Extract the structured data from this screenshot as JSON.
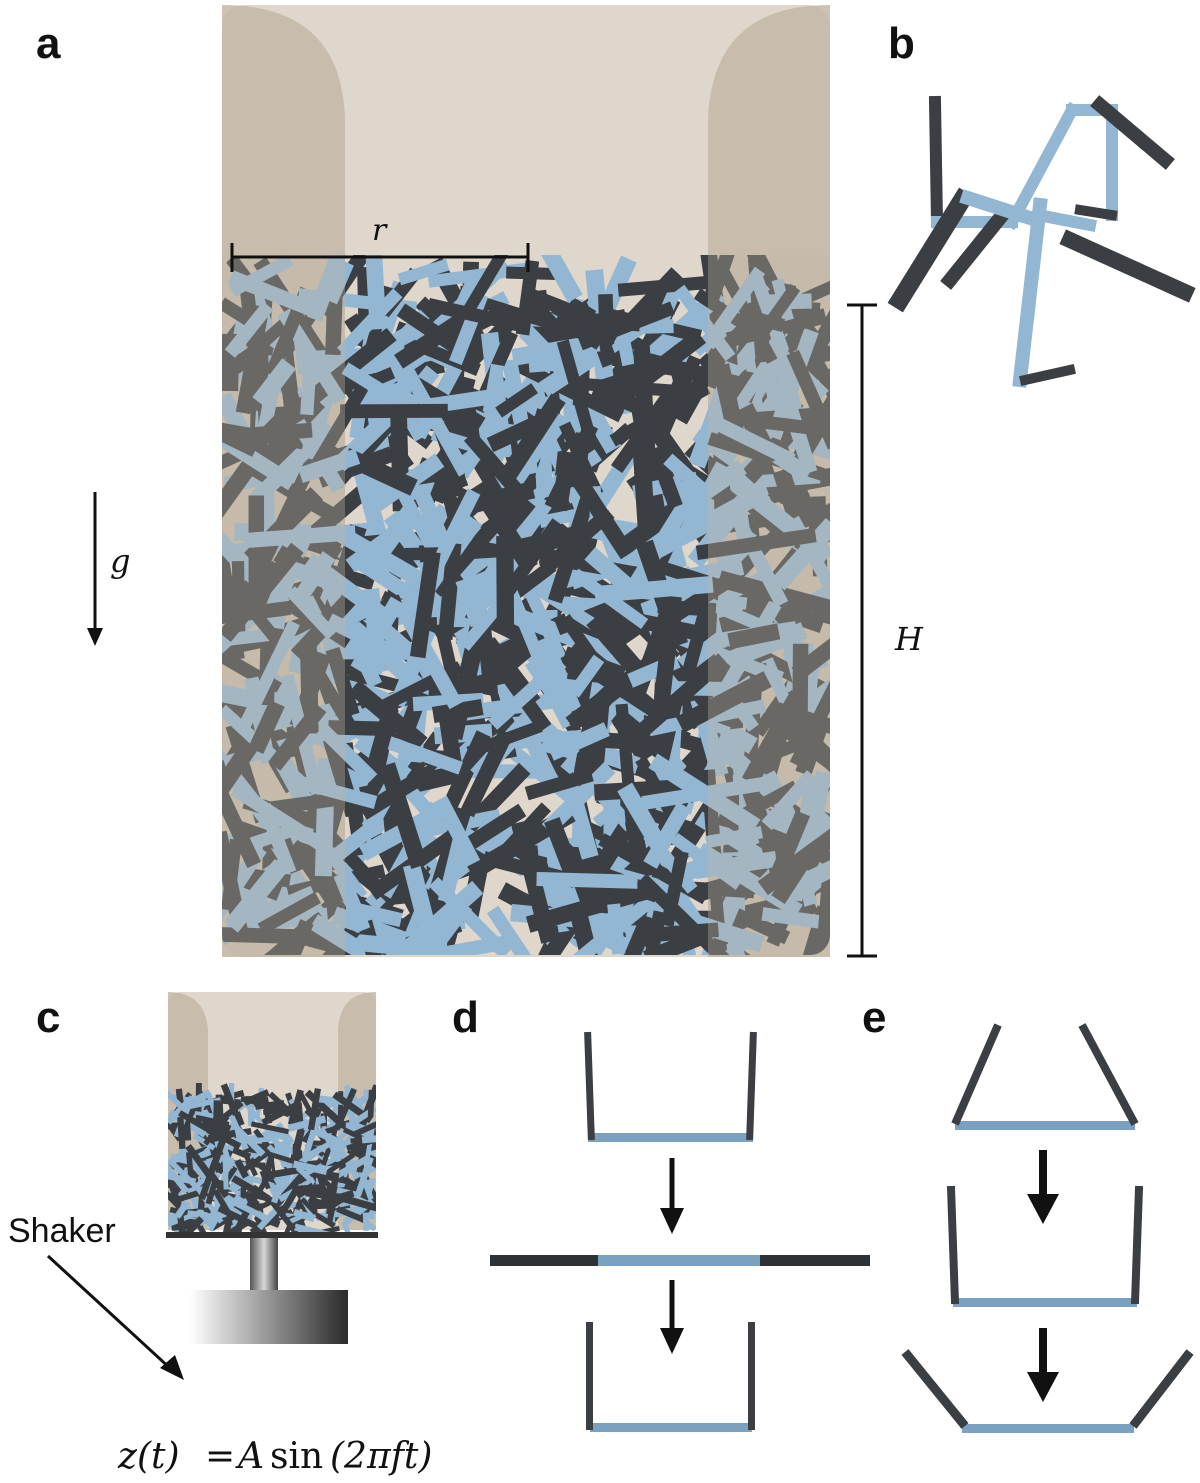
{
  "panels": {
    "a": {
      "letter": "a",
      "radius_label": "r",
      "height_label": "H",
      "gravity_label": "g"
    },
    "b": {
      "letter": "b"
    },
    "c": {
      "letter": "c",
      "shaker_label": "Shaker",
      "equation_lhs": "z(t)",
      "equation_eq": "=",
      "equation_rhs_a": "A",
      "equation_rhs_fn": "sin",
      "equation_rhs_arg": "(2πft)"
    },
    "d": {
      "letter": "d"
    },
    "e": {
      "letter": "e"
    }
  },
  "colors": {
    "rod_dark": "#3b3e42",
    "rod_light": "#93b6d2",
    "container": "#d8cdbf",
    "container_wall": "#b5a693",
    "ink": "#111111"
  }
}
